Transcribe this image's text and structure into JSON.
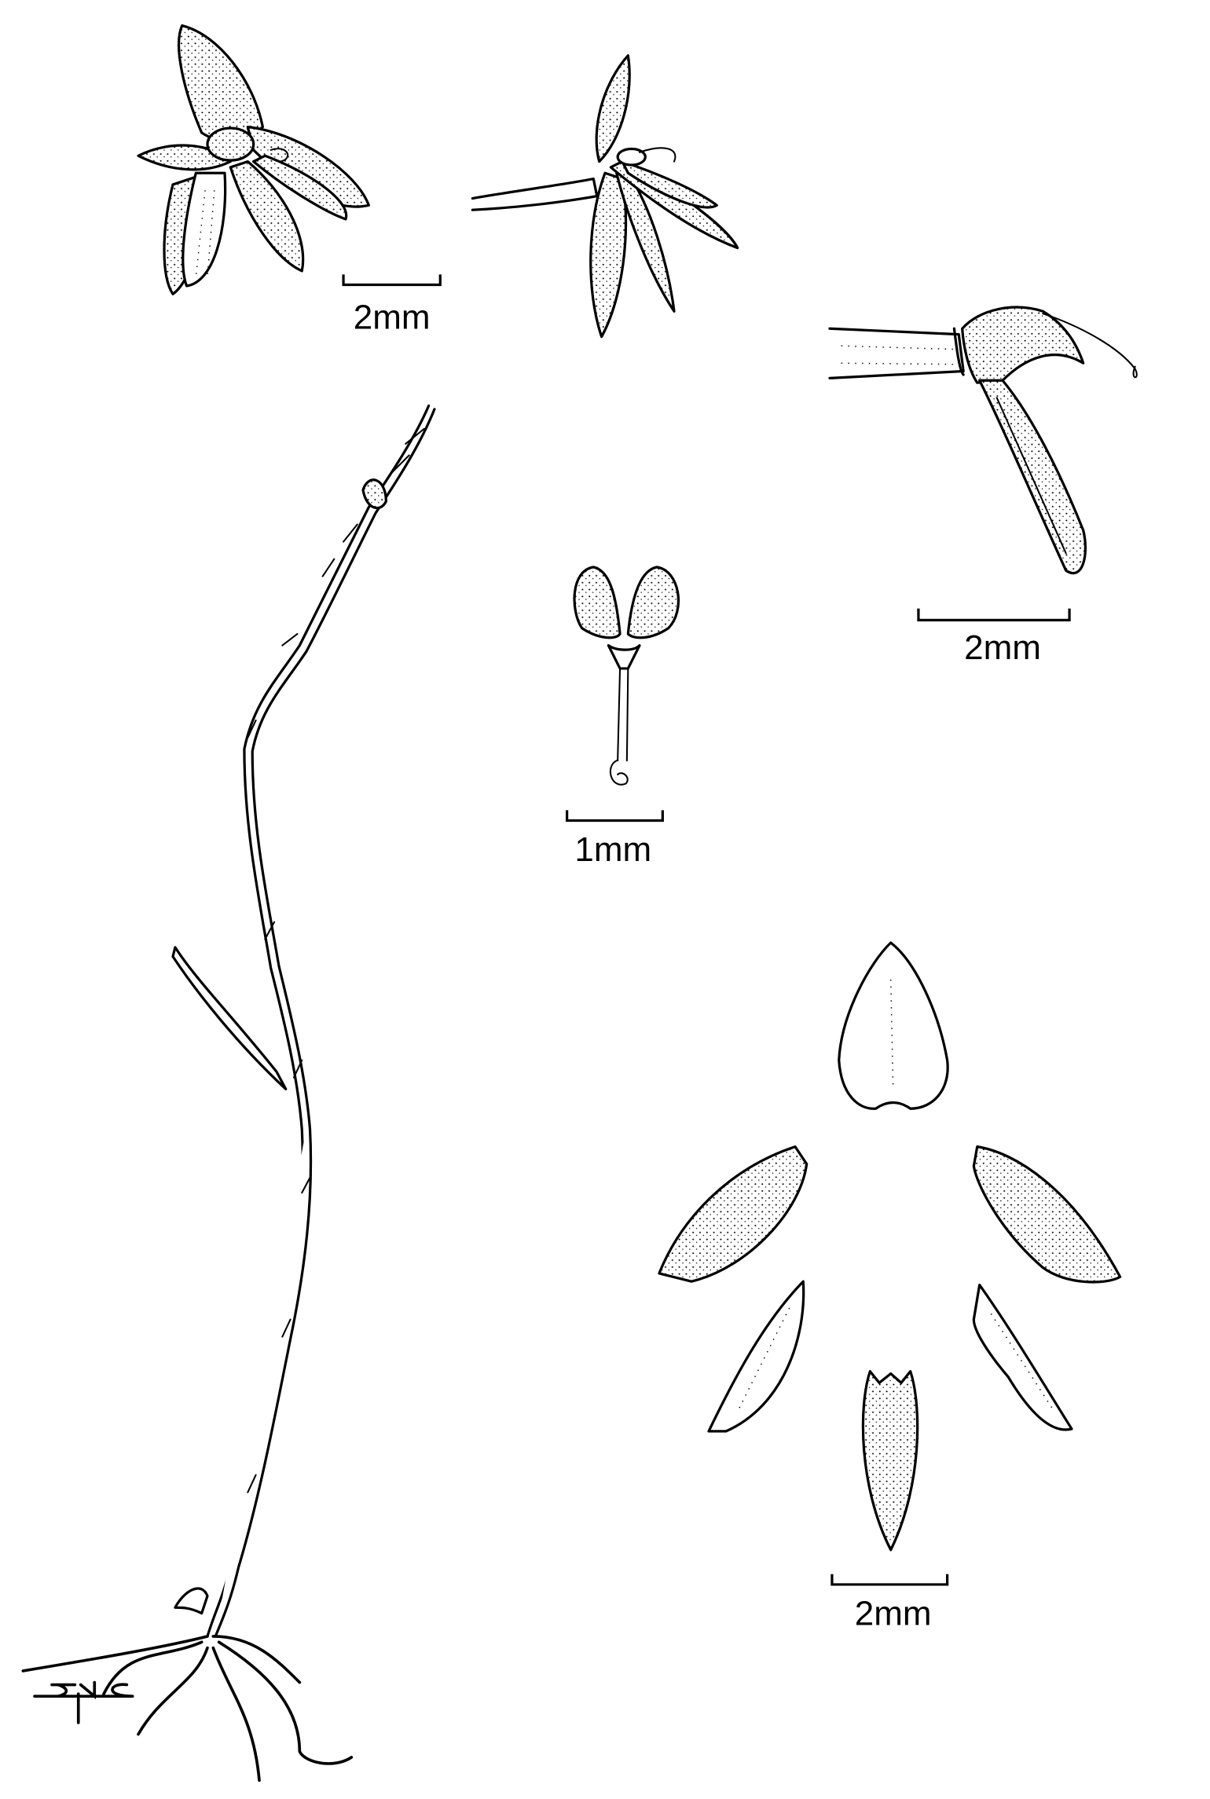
{
  "illustration": {
    "scale_bars": {
      "flower_front": "2mm",
      "flower_ovary": "2mm",
      "column": "1mm",
      "perianth_parts": "2mm"
    },
    "signature": "BNC"
  }
}
